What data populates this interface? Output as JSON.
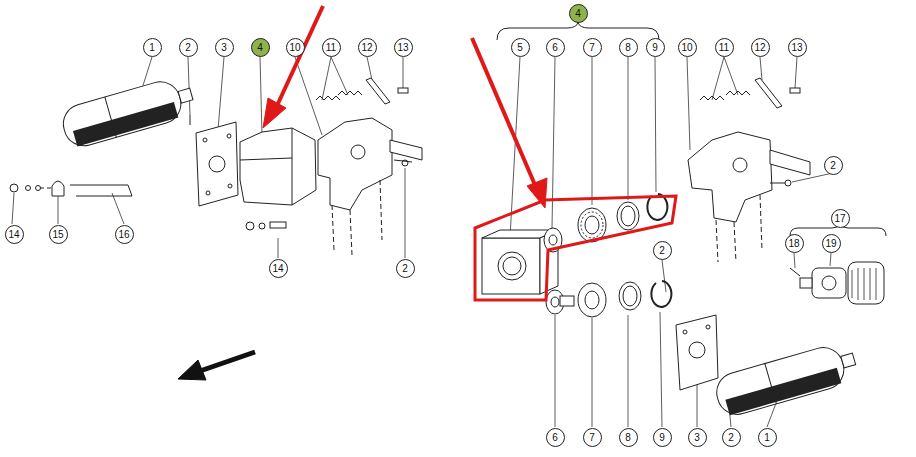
{
  "diagram": {
    "labels": [
      "1",
      "2",
      "3",
      "4",
      "10",
      "11",
      "12",
      "13",
      "4",
      "5",
      "6",
      "7",
      "8",
      "9",
      "10",
      "11",
      "12",
      "13",
      "2",
      "17",
      "2",
      "18",
      "19",
      "14",
      "15",
      "16",
      "14",
      "2",
      "6",
      "7",
      "8",
      "9",
      "3",
      "2",
      "1"
    ]
  }
}
